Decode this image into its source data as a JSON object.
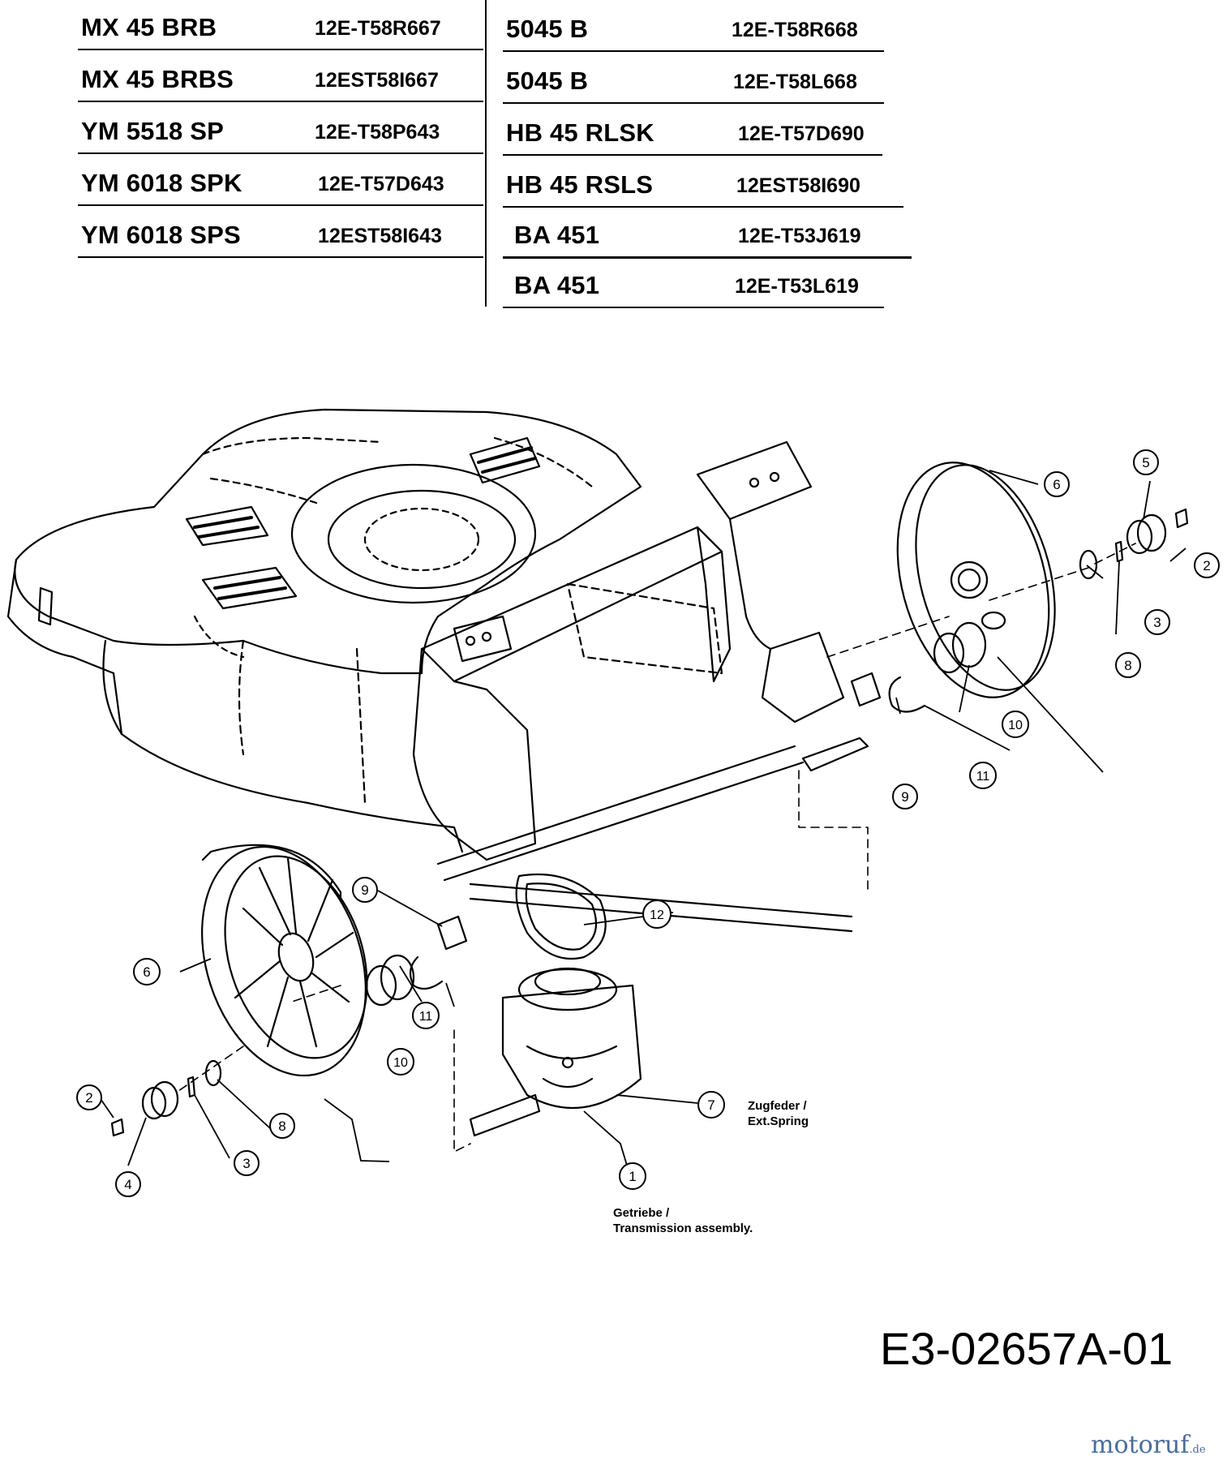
{
  "models_left": [
    {
      "name": "MX 45 BRB",
      "code": "12E-T58R667"
    },
    {
      "name": "MX 45 BRBS",
      "code": "12EST58I667"
    },
    {
      "name": "YM 5518 SP",
      "code": "12E-T58P643"
    },
    {
      "name": "YM 6018 SPK",
      "code": "12E-T57D643"
    },
    {
      "name": "YM 6018 SPS",
      "code": "12EST58I643"
    }
  ],
  "models_right": [
    {
      "name": "5045 B",
      "code": "12E-T58R668"
    },
    {
      "name": "5045 B",
      "code": "12E-T58L668"
    },
    {
      "name": "HB 45 RLSK",
      "code": "12E-T57D690"
    },
    {
      "name": "HB 45 RSLS",
      "code": "12EST58I690"
    },
    {
      "name": "BA 451",
      "code": "12E-T53J619"
    },
    {
      "name": "BA 451",
      "code": "12E-T53L619"
    }
  ],
  "callouts": [
    "1",
    "2",
    "2",
    "3",
    "3",
    "4",
    "5",
    "6",
    "6",
    "7",
    "8",
    "8",
    "9",
    "9",
    "10",
    "10",
    "11",
    "11",
    "12"
  ],
  "labels": {
    "spring_de": "Zugfeder /",
    "spring_en": "Ext.Spring",
    "transmission_de": "Getriebe /",
    "transmission_en": "Transmission assembly."
  },
  "drawing_id": "E3-02657A-01",
  "watermark": {
    "text": "motoruf",
    "suffix": ".de"
  }
}
